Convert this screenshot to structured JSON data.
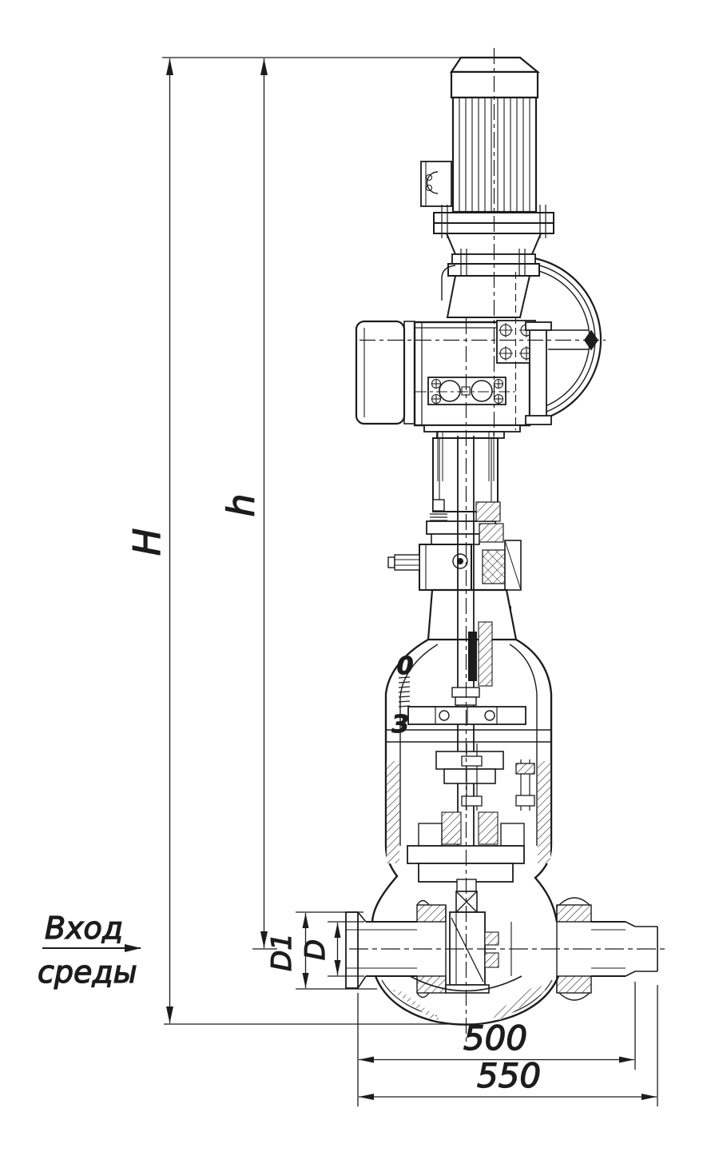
{
  "colors": {
    "line": "#1c1c1c",
    "background": "#ffffff"
  },
  "dimension_labels": {
    "overall_height": "H",
    "actuator_height": "h",
    "branch_outer_diameter": "D1",
    "branch_diameter": "D",
    "span_inner": "500",
    "span_overall": "550"
  },
  "flow_annotation": {
    "word1": "Вход",
    "word2": "среды"
  },
  "position_indicator": {
    "open_mark": "0",
    "closed_mark": "З"
  }
}
